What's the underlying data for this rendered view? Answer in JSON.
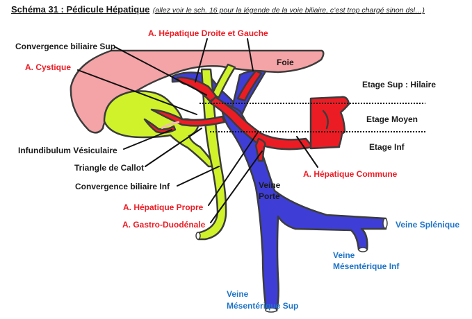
{
  "title": {
    "main": "Schéma 31 : Pédicule Hépatique",
    "note": "(allez voir le sch. 16 pour la légende de la voie biliaire, c’est trop chargé sinon dsl…)"
  },
  "colors": {
    "liver": "#f4a3a6",
    "artery": "#ec1c24",
    "vein": "#3e3ed6",
    "biliary": "#cff22a",
    "outline": "#3c3c3c",
    "label_black": "#1a1a1a",
    "label_red": "#ec1c24",
    "label_blue": "#1f74c8"
  },
  "labels": {
    "foie": "Foie",
    "convergence_sup": "Convergence biliaire Sup",
    "a_cystique": "A. Cystique",
    "a_hep_droite_gauche": "A. Hépatique Droite et Gauche",
    "infundibulum": "Infundibulum Vésiculaire",
    "triangle_callot": "Triangle de Callot",
    "convergence_inf": "Convergence biliaire Inf",
    "a_hep_propre": "A. Hépatique Propre",
    "a_gastro_duodenale": "A. Gastro-Duodénale",
    "a_hep_commune": "A. Hépatique Commune",
    "veine_porte_1": "Veine",
    "veine_porte_2": "Porte",
    "veine_splenique": "Veine Splénique",
    "veine_mes_inf_1": "Veine",
    "veine_mes_inf_2": "Mésentérique Inf",
    "veine_mes_sup_1": "Veine",
    "veine_mes_sup_2": "Mésentérique Sup"
  },
  "levels": {
    "sup": "Etage Sup : Hilaire",
    "moyen": "Etage Moyen",
    "inf": "Etage Inf"
  }
}
